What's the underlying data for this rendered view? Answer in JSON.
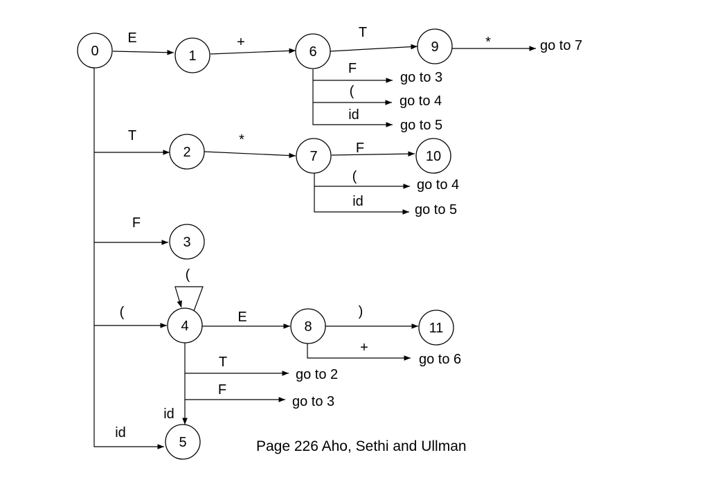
{
  "states": [
    "0",
    "1",
    "2",
    "3",
    "4",
    "5",
    "6",
    "7",
    "8",
    "9",
    "10",
    "11"
  ],
  "edges": {
    "e_0_1": "E",
    "e_1_6": "+",
    "e_6_9": "T",
    "e_9_out": "*",
    "e_6_F": "F",
    "e_6_lp": "(",
    "e_6_id": "id",
    "e_0_2": "T",
    "e_2_7": "*",
    "e_7_10": "F",
    "e_7_lp": "(",
    "e_7_id": "id",
    "e_0_3": "F",
    "e_4_self": "(",
    "e_0_4": "(",
    "e_4_8": "E",
    "e_8_11": ")",
    "e_8_plus": "+",
    "e_4_T": "T",
    "e_4_F": "F",
    "e_4_5": "id",
    "e_0_5": "id"
  },
  "gotos": {
    "g_9_7": "go to 7",
    "g_6_3": "go to 3",
    "g_6_4": "go to 4",
    "g_6_5": "go to 5",
    "g_7_4": "go to 4",
    "g_7_5": "go to 5",
    "g_8_6": "go to 6",
    "g_4_2": "go to 2",
    "g_4_3": "go to 3"
  },
  "caption": "Page 226 Aho, Sethi and Ullman"
}
